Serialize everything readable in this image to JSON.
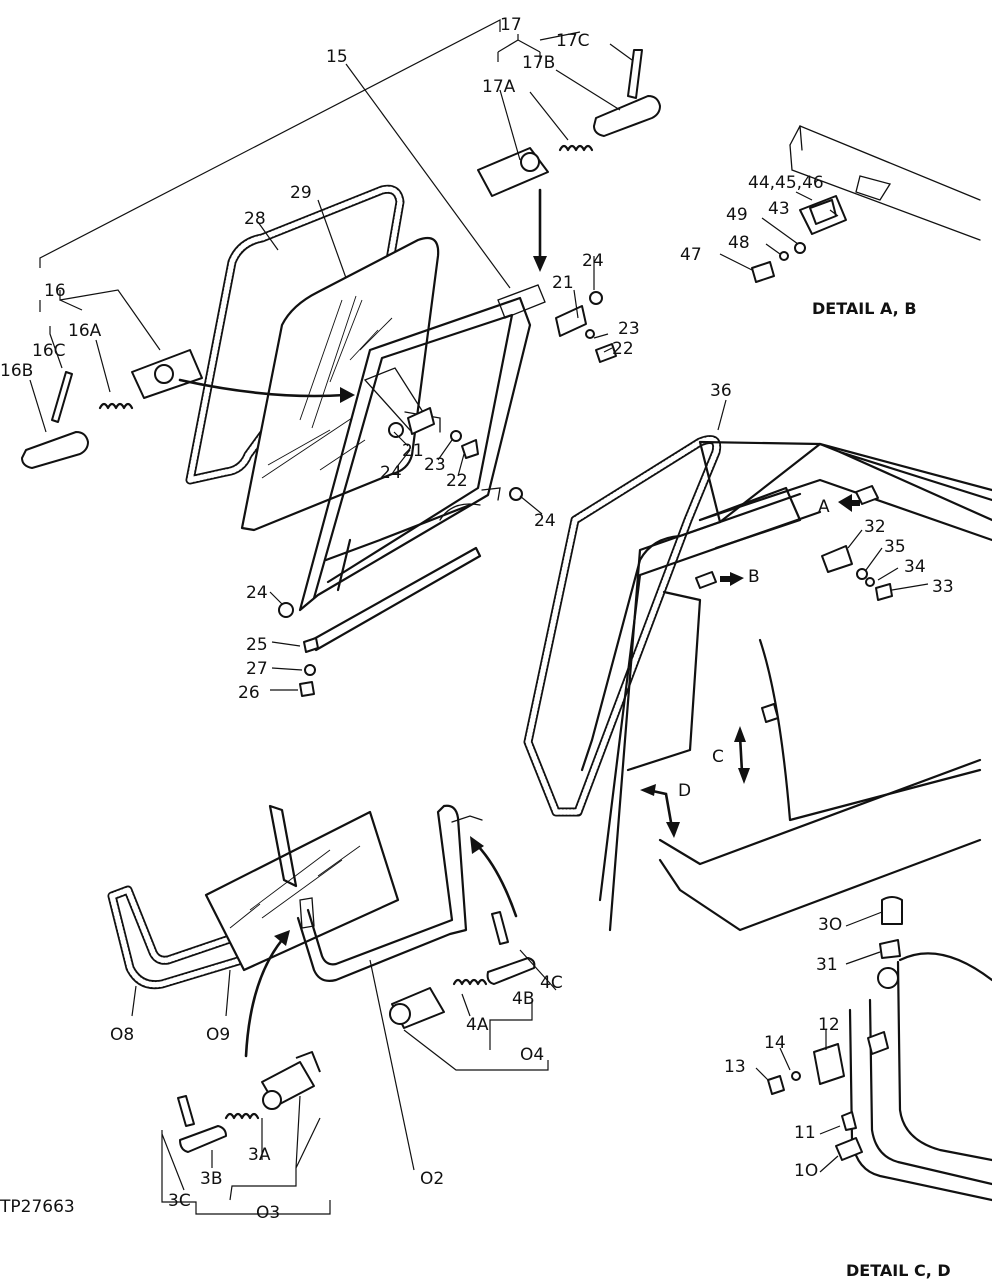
{
  "figure": {
    "code": "TP27663",
    "detail_ab": "DETAIL A, B",
    "detail_cd": "DETAIL C, D",
    "view_markers": {
      "a": "A",
      "b": "B",
      "c": "C",
      "d": "D"
    },
    "callouts": {
      "p15": "15",
      "p16": "16",
      "p16a": "16A",
      "p16b": "16B",
      "p16c": "16C",
      "p17": "17",
      "p17a": "17A",
      "p17b": "17B",
      "p17c": "17C",
      "p21a": "21",
      "p21b": "21",
      "p22a": "22",
      "p22b": "22",
      "p23a": "23",
      "p23b": "23",
      "p24a": "24",
      "p24b": "24",
      "p24c": "24",
      "p24d": "24",
      "p25": "25",
      "p26": "26",
      "p27": "27",
      "p28": "28",
      "p29": "29",
      "p36": "36",
      "p32": "32",
      "p33": "33",
      "p34": "34",
      "p35": "35",
      "p43": "43",
      "p44": "44,45,46",
      "p47": "47",
      "p48": "48",
      "p49": "49",
      "p02": "O2",
      "p03": "O3",
      "p3a": "3A",
      "p3b": "3B",
      "p3c": "3C",
      "p04": "O4",
      "p4a": "4A",
      "p4b": "4B",
      "p4c": "4C",
      "p08": "O8",
      "p09": "O9",
      "p10": "1O",
      "p11": "11",
      "p12": "12",
      "p13": "13",
      "p14": "14",
      "p30": "3O",
      "p31": "31"
    }
  }
}
